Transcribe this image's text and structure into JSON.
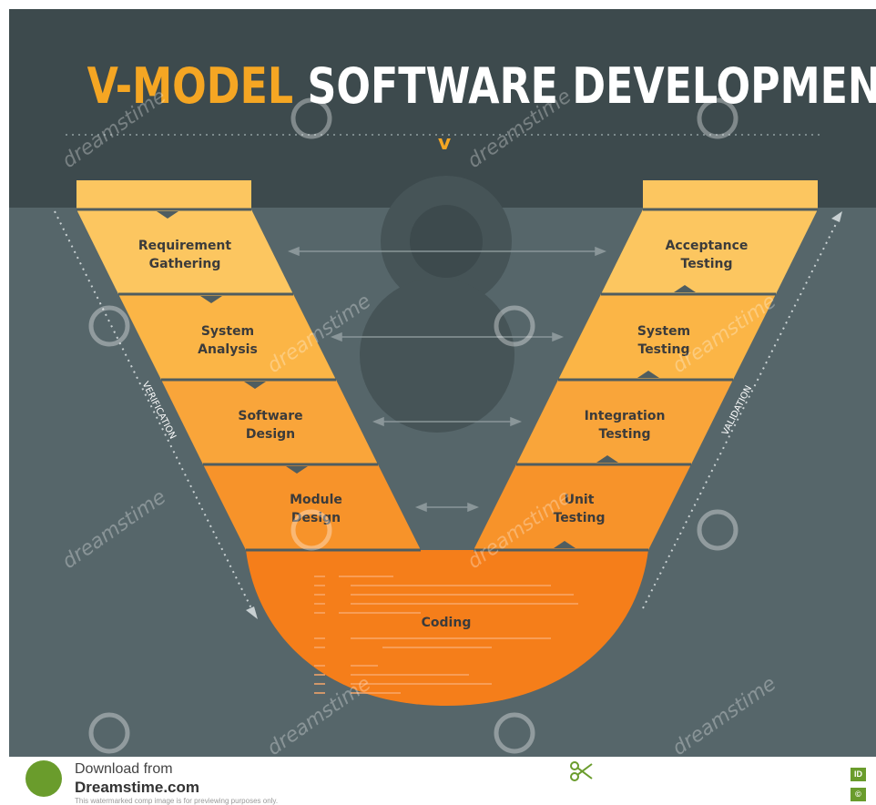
{
  "title": {
    "part1": "V-MODEL",
    "part2": "SOFTWARE DEVELOPMENT",
    "chevron": "v"
  },
  "left_stages": [
    {
      "line1": "Requirement",
      "line2": "Gathering"
    },
    {
      "line1": "System",
      "line2": "Analysis"
    },
    {
      "line1": "Software",
      "line2": "Design"
    },
    {
      "line1": "Module",
      "line2": "Design"
    }
  ],
  "right_stages": [
    {
      "line1": "Acceptance",
      "line2": "Testing"
    },
    {
      "line1": "System",
      "line2": "Testing"
    },
    {
      "line1": "Integration",
      "line2": "Testing"
    },
    {
      "line1": "Unit",
      "line2": "Testing"
    }
  ],
  "coding_label": "Coding",
  "side_labels": {
    "left": "VERIFICATION",
    "right": "VALIDATION"
  },
  "watermark_text": "dreamstime",
  "footer": {
    "line1": "Download from",
    "line2": "Dreamstime.com",
    "line3": "This watermarked comp image is for previewing purposes only.",
    "badge_id": "ID",
    "badge_c": "©"
  },
  "colors": {
    "header_bg": "#3d4a4d",
    "body_bg": "#56666a",
    "accent": "#f5a623",
    "band1": "#fcc660",
    "band2": "#fbb546",
    "band3": "#f9a53a",
    "band4": "#f7932a",
    "coding": "#f57e1a"
  }
}
